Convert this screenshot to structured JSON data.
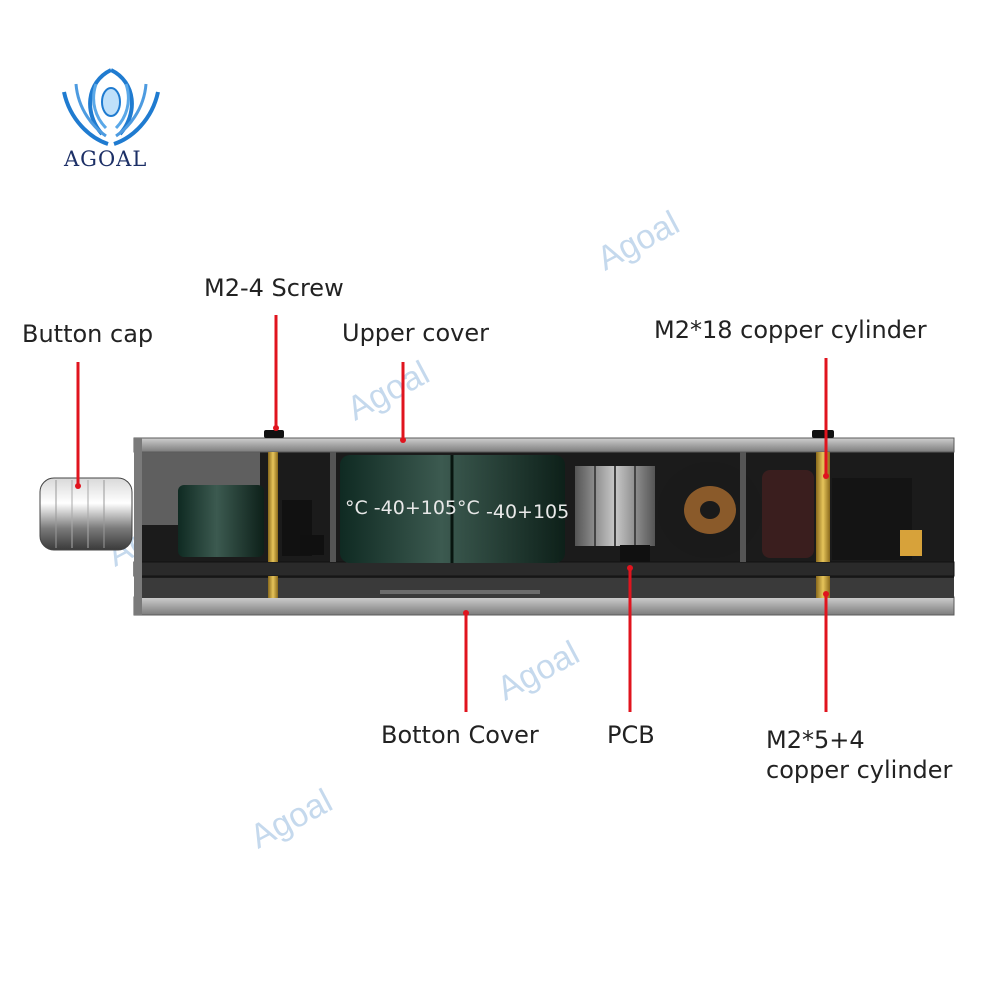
{
  "brand": {
    "name": "AGOAL",
    "watermark": "Agoal",
    "logo_color": "#1f7bd0"
  },
  "labels": {
    "button_cap": "Button cap",
    "screw": "M2-4 Screw",
    "upper_cover": "Upper cover",
    "cylinder_18": "M2*18 copper cylinder",
    "bottom_cover": "Botton Cover",
    "pcb": "PCB",
    "cylinder_5_line1": "M2*5+4",
    "cylinder_5_line2": "copper cylinder"
  },
  "capacitor_text": {
    "left": "°C  -40+105°C",
    "right": "-40+105"
  },
  "colors": {
    "leader": "#e0141e",
    "cover": "#9a9a9a",
    "board": "#2a2a2a",
    "copper": "#c9a23a"
  }
}
